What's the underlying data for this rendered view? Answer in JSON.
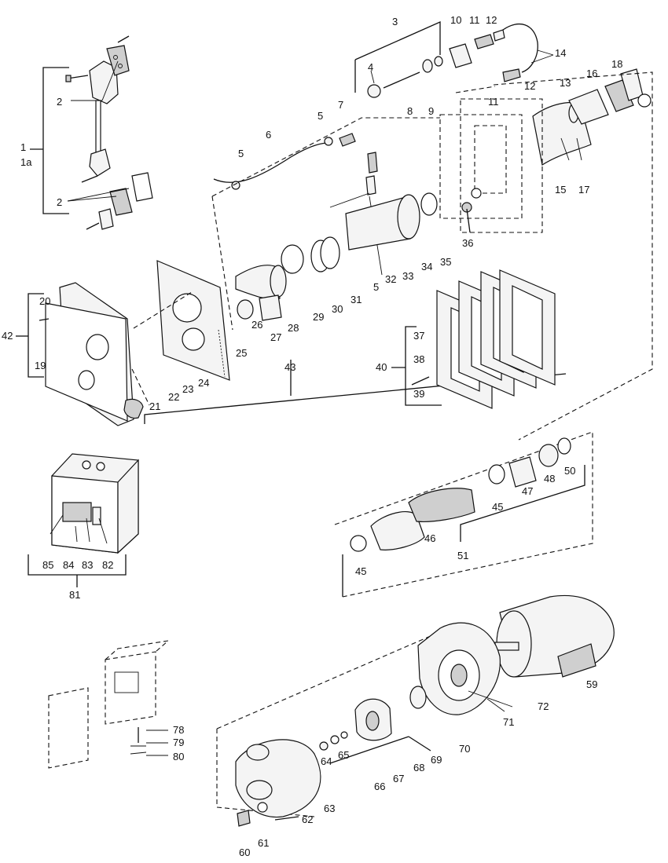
{
  "callouts": [
    {
      "id": "1",
      "label": "1"
    },
    {
      "id": "1a",
      "label": "1a"
    },
    {
      "id": "2a",
      "label": "2"
    },
    {
      "id": "2b",
      "label": "2"
    },
    {
      "id": "3",
      "label": "3"
    },
    {
      "id": "4",
      "label": "4"
    },
    {
      "id": "5a",
      "label": "5"
    },
    {
      "id": "5b",
      "label": "5"
    },
    {
      "id": "5c",
      "label": "5"
    },
    {
      "id": "6",
      "label": "6"
    },
    {
      "id": "7",
      "label": "7"
    },
    {
      "id": "8",
      "label": "8"
    },
    {
      "id": "9",
      "label": "9"
    },
    {
      "id": "10",
      "label": "10"
    },
    {
      "id": "11a",
      "label": "11"
    },
    {
      "id": "11b",
      "label": "11"
    },
    {
      "id": "12a",
      "label": "12"
    },
    {
      "id": "12b",
      "label": "12"
    },
    {
      "id": "13",
      "label": "13"
    },
    {
      "id": "14",
      "label": "14"
    },
    {
      "id": "15",
      "label": "15"
    },
    {
      "id": "16",
      "label": "16"
    },
    {
      "id": "17",
      "label": "17"
    },
    {
      "id": "18",
      "label": "18"
    },
    {
      "id": "19",
      "label": "19"
    },
    {
      "id": "20",
      "label": "20"
    },
    {
      "id": "21",
      "label": "21"
    },
    {
      "id": "22",
      "label": "22"
    },
    {
      "id": "23",
      "label": "23"
    },
    {
      "id": "24",
      "label": "24"
    },
    {
      "id": "25",
      "label": "25"
    },
    {
      "id": "26",
      "label": "26"
    },
    {
      "id": "27",
      "label": "27"
    },
    {
      "id": "28",
      "label": "28"
    },
    {
      "id": "29",
      "label": "29"
    },
    {
      "id": "30",
      "label": "30"
    },
    {
      "id": "31",
      "label": "31"
    },
    {
      "id": "32",
      "label": "32"
    },
    {
      "id": "33",
      "label": "33"
    },
    {
      "id": "34",
      "label": "34"
    },
    {
      "id": "35",
      "label": "35"
    },
    {
      "id": "36",
      "label": "36"
    },
    {
      "id": "37",
      "label": "37"
    },
    {
      "id": "38",
      "label": "38"
    },
    {
      "id": "39",
      "label": "39"
    },
    {
      "id": "40",
      "label": "40"
    },
    {
      "id": "42",
      "label": "42"
    },
    {
      "id": "43",
      "label": "43"
    },
    {
      "id": "45a",
      "label": "45"
    },
    {
      "id": "45b",
      "label": "45"
    },
    {
      "id": "46",
      "label": "46"
    },
    {
      "id": "47",
      "label": "47"
    },
    {
      "id": "48",
      "label": "48"
    },
    {
      "id": "50",
      "label": "50"
    },
    {
      "id": "51",
      "label": "51"
    },
    {
      "id": "59",
      "label": "59"
    },
    {
      "id": "60",
      "label": "60"
    },
    {
      "id": "61",
      "label": "61"
    },
    {
      "id": "62",
      "label": "62"
    },
    {
      "id": "63",
      "label": "63"
    },
    {
      "id": "64",
      "label": "64"
    },
    {
      "id": "65",
      "label": "65"
    },
    {
      "id": "66",
      "label": "66"
    },
    {
      "id": "67",
      "label": "67"
    },
    {
      "id": "68",
      "label": "68"
    },
    {
      "id": "69",
      "label": "69"
    },
    {
      "id": "70",
      "label": "70"
    },
    {
      "id": "71",
      "label": "71"
    },
    {
      "id": "72",
      "label": "72"
    },
    {
      "id": "78",
      "label": "78"
    },
    {
      "id": "79",
      "label": "79"
    },
    {
      "id": "80",
      "label": "80"
    },
    {
      "id": "81",
      "label": "81"
    },
    {
      "id": "82",
      "label": "82"
    },
    {
      "id": "83",
      "label": "83"
    },
    {
      "id": "84",
      "label": "84"
    },
    {
      "id": "85",
      "label": "85"
    }
  ]
}
